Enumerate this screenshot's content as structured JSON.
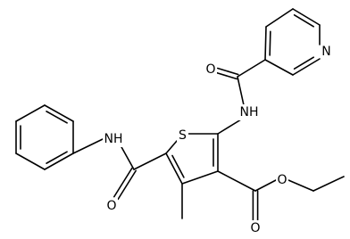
{
  "molecule": {
    "atoms": {
      "s": "S",
      "n_pyridine": "N",
      "o_pyridine_amide": "O",
      "nh_top": "NH",
      "nh_left": "NH",
      "o_left_amide": "O",
      "o_ester_carbonyl": "O",
      "o_ester_ether": "O"
    }
  }
}
